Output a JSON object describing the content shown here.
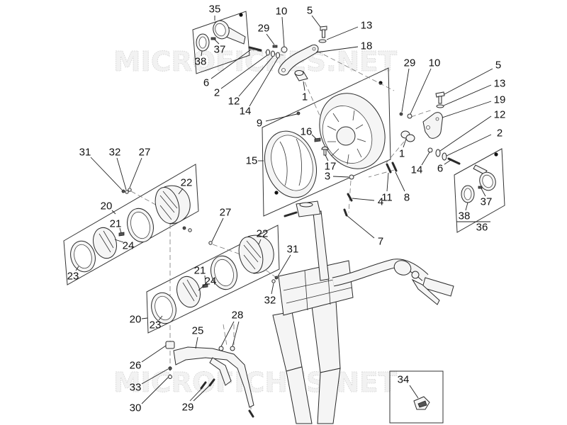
{
  "watermark": "MICROFICHES.NET",
  "callouts": [
    "35",
    "37",
    "38",
    "29",
    "10",
    "5",
    "13",
    "18",
    "6",
    "2",
    "12",
    "14",
    "1",
    "9",
    "29",
    "10",
    "5",
    "13",
    "19",
    "12",
    "2",
    "1",
    "14",
    "11",
    "8",
    "6",
    "37",
    "38",
    "36",
    "16",
    "17",
    "15",
    "3",
    "4",
    "7",
    "31",
    "32",
    "27",
    "22",
    "20",
    "21",
    "24",
    "23",
    "27",
    "22",
    "31",
    "21",
    "24",
    "32",
    "20",
    "23",
    "28",
    "25",
    "26",
    "33",
    "30",
    "29",
    "34"
  ]
}
